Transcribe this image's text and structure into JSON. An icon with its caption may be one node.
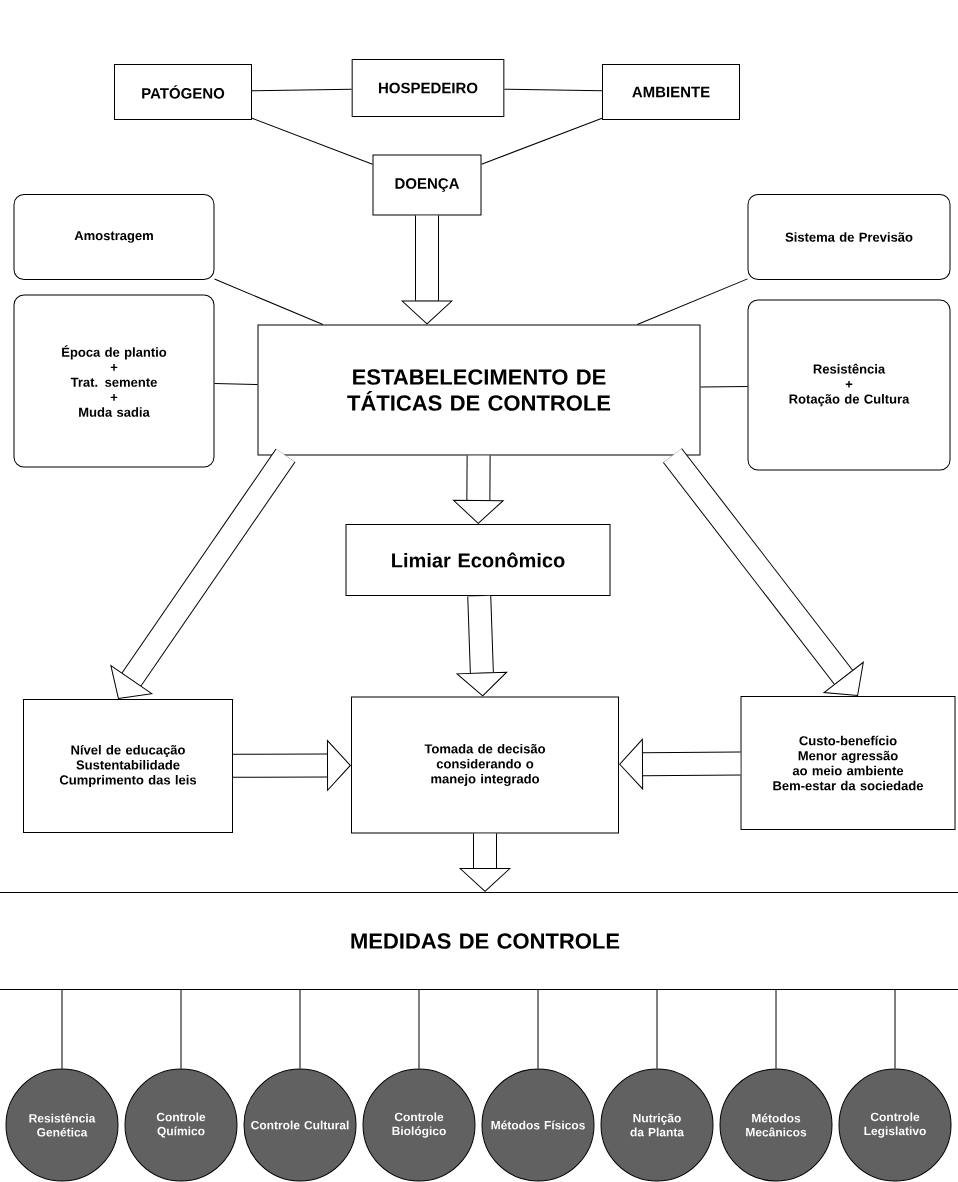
{
  "diagram": {
    "nodes": [
      {
        "text": [
          "PATÓGENO"
        ]
      },
      {
        "text": [
          "HOSPEDEIRO"
        ]
      },
      {
        "text": [
          "AMBIENTE"
        ]
      },
      {
        "text": [
          "DOENÇA"
        ]
      },
      {
        "text": [
          "Amostragem"
        ]
      },
      {
        "text": [
          "Época de plantio",
          "+",
          "Trat. semente",
          "+",
          "Muda sadia"
        ]
      },
      {
        "text": [
          "Sistema de Previsão"
        ]
      },
      {
        "text": [
          "Resistência",
          "+",
          "Rotação de Cultura"
        ]
      },
      {
        "text": [
          "ESTABELECIMENTO DE TÁTICAS DE CONTROLE"
        ]
      },
      {
        "text": [
          "Limiar Econômico"
        ]
      },
      {
        "text": [
          "Nível de educação",
          "Sustentabilidade",
          "Cumprimento das leis"
        ]
      },
      {
        "text": [
          "Tomada de decisão considerando o manejo integrado"
        ]
      },
      {
        "text": [
          "Custo-benefício",
          "Menor agressão ao meio ambiente",
          "Bem-estar da sociedade"
        ]
      },
      {
        "text": [
          "MEDIDAS DE CONTROLE"
        ]
      },
      {
        "text": [
          "Resistência Genética"
        ]
      },
      {
        "text": [
          "Controle Químico"
        ]
      },
      {
        "text": [
          "Controle Cultural"
        ]
      },
      {
        "text": [
          "Controle Biológico"
        ]
      },
      {
        "text": [
          "Métodos Físicos"
        ]
      },
      {
        "text": [
          "Nutrição da Planta"
        ]
      },
      {
        "text": [
          "Métodos Mecânicos"
        ]
      },
      {
        "text": [
          "Controle Legislativo"
        ]
      }
    ],
    "edges": [
      {
        "from": 0,
        "to": 1,
        "arrow": "none"
      },
      {
        "from": 1,
        "to": 2,
        "arrow": "none"
      },
      {
        "from": 0,
        "to": 3,
        "arrow": "none"
      },
      {
        "from": 2,
        "to": 3,
        "arrow": "none"
      },
      {
        "from": 3,
        "to": 8,
        "arrow": "to",
        "style": "thick"
      },
      {
        "from": 4,
        "to": 8,
        "arrow": "none"
      },
      {
        "from": 5,
        "to": 8,
        "arrow": "none"
      },
      {
        "from": 6,
        "to": 8,
        "arrow": "none"
      },
      {
        "from": 7,
        "to": 8,
        "arrow": "none"
      },
      {
        "from": 8,
        "to": 10,
        "arrow": "to",
        "style": "thick"
      },
      {
        "from": 8,
        "to": 9,
        "arrow": "to",
        "style": "thick"
      },
      {
        "from": 8,
        "to": 12,
        "arrow": "to",
        "style": "thick"
      },
      {
        "from": 9,
        "to": 11,
        "arrow": "to",
        "style": "thick"
      },
      {
        "from": 10,
        "to": 11,
        "arrow": "to",
        "style": "thick"
      },
      {
        "from": 12,
        "to": 11,
        "arrow": "to",
        "style": "thick"
      },
      {
        "from": 11,
        "to": 13,
        "arrow": "to",
        "style": "thick"
      },
      {
        "from": 13,
        "to": 14,
        "arrow": "none"
      },
      {
        "from": 13,
        "to": 15,
        "arrow": "none"
      },
      {
        "from": 13,
        "to": 16,
        "arrow": "none"
      },
      {
        "from": 13,
        "to": 17,
        "arrow": "none"
      },
      {
        "from": 13,
        "to": 18,
        "arrow": "none"
      },
      {
        "from": 13,
        "to": 19,
        "arrow": "none"
      },
      {
        "from": 13,
        "to": 20,
        "arrow": "none"
      },
      {
        "from": 13,
        "to": 21,
        "arrow": "none"
      }
    ]
  }
}
